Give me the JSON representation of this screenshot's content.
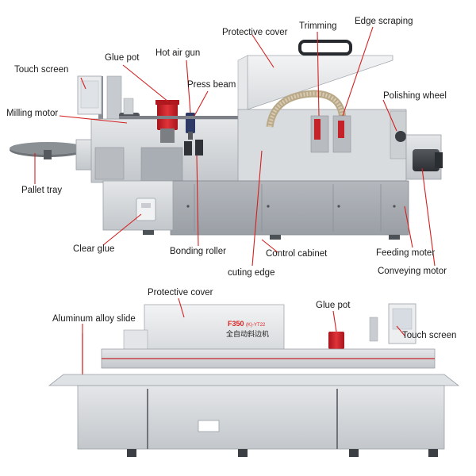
{
  "top_view": {
    "labels": {
      "touch_screen": "Touch screen",
      "glue_pot": "Glue pot",
      "hot_air_gun": "Hot air gun",
      "protective_cover": "Protective cover",
      "trimming": "Trimming",
      "edge_scraping": "Edge scraping",
      "milling_motor": "Milling motor",
      "press_beam": "Press beam",
      "polishing_wheel": "Polishing wheel",
      "pallet_tray": "Pallet tray",
      "clear_glue": "Clear glue",
      "bonding_roller": "Bonding roller",
      "control_cabinet": "Control cabinet",
      "feeding_moter": "Feeding moter",
      "cutting_edge": "cuting edge",
      "conveying_motor": "Conveying motor"
    }
  },
  "bottom_view": {
    "labels": {
      "protective_cover": "Protective cover",
      "aluminum_alloy_slide": "Aluminum alloy slide",
      "glue_pot": "Glue pot",
      "touch_screen": "Touch screen"
    },
    "model_text": "F350",
    "model_suffix": "(K)-YT22",
    "machine_name_cn": "全自动斜边机"
  },
  "colors": {
    "leader_line": "#d42020",
    "machine_gray": "#c9cdd2",
    "cabinet_gray": "#a9aeb4",
    "glue_red": "#c8202a"
  }
}
